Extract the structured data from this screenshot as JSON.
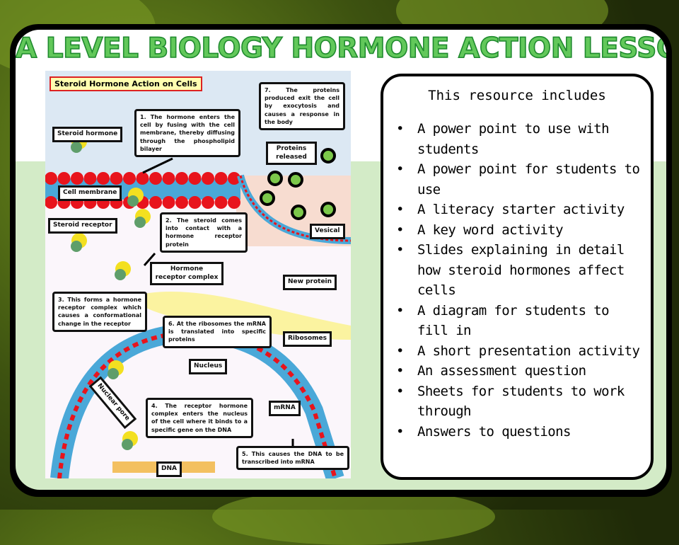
{
  "title": "A LEVEL BIOLOGY HORMONE ACTION LESSON",
  "diagram": {
    "title": "Steroid Hormone Action on Cells",
    "labels": {
      "steroid_hormone": "Steroid hormone",
      "cell_membrane": "Cell membrane",
      "steroid_receptor": "Steroid receptor",
      "hormone_receptor_complex": "Hormone receptor complex",
      "proteins_released": "Proteins released",
      "vesical": "Vesical",
      "new_protein": "New protein",
      "ribosomes": "Ribosomes",
      "nucleus": "Nucleus",
      "nuclear_pore": "Nuclear pore",
      "mrna": "mRNA",
      "dna": "DNA"
    },
    "steps": [
      "1. The hormone enters the cell by fusing with the cell membrane, thereby diffusing through the phospholipid bilayer",
      "2. The steroid comes into contact with a hormone receptor protein",
      "3. This forms a hormone receptor complex which causes a conformational change in the receptor",
      "4. The receptor hormone complex enters the nucleus of the cell where it binds to a specific gene on the DNA",
      "5. This causes the DNA to be transcribed into mRNA",
      "6. At the ribosomes the mRNA is translated into specific proteins",
      "7. The proteins produced exit the cell by exocytosis and causes a response in the body"
    ]
  },
  "resource": {
    "heading": "This resource includes",
    "items": [
      "A power point to use with students",
      "A power point for students to use",
      "A literacy starter activity",
      "A key word activity",
      "Slides explaining in detail how steroid hormones affect cells",
      "A diagram for students to fill in",
      "A short presentation activity",
      "An assessment question",
      "Sheets for students to work through",
      "Answers to questions"
    ]
  },
  "colors": {
    "title_fill": "#62c85a",
    "title_stroke": "#1f8a2e",
    "panel_bg": "#d3ebc7",
    "phospholipid_head": "#e8141c",
    "protein_vesicle": "#7cc84a"
  }
}
